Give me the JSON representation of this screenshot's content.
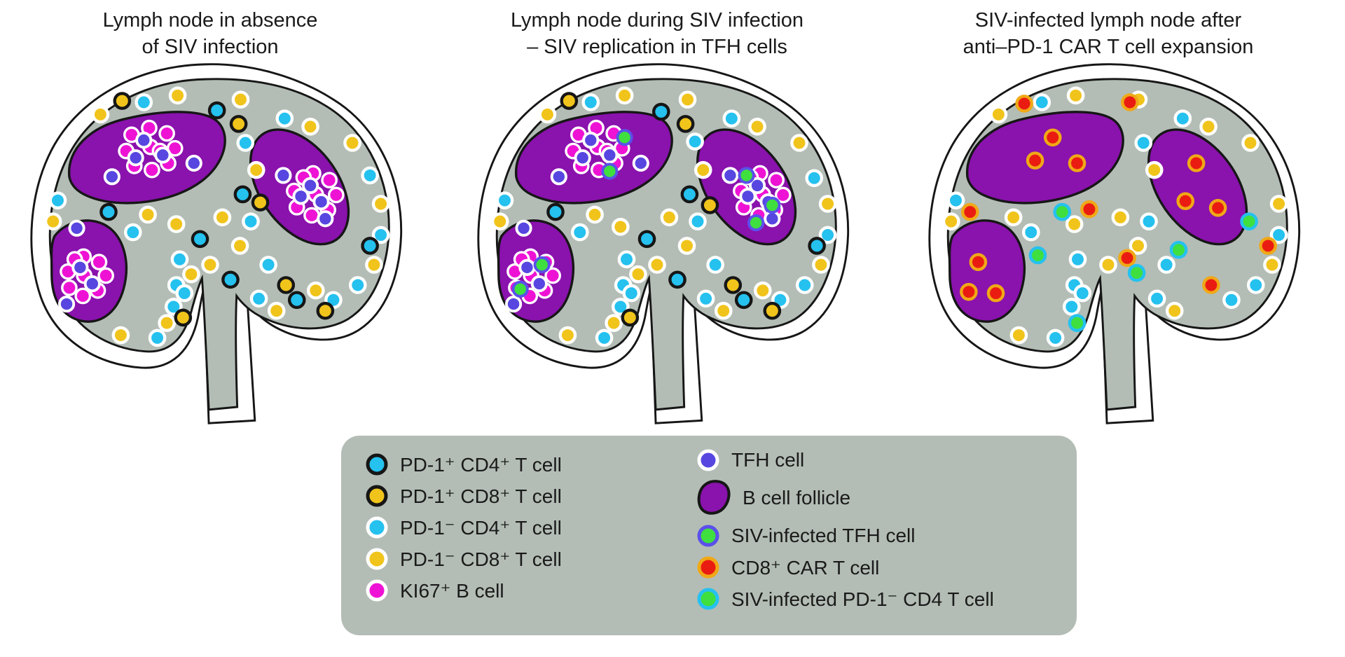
{
  "colors": {
    "background": "#ffffff",
    "tissue": "#b3bdb5",
    "follicle": "#8a12ad",
    "outline": "#161616",
    "capsule_fill": "#ffffff",
    "legend_bg": "#b3bdb5",
    "text": "#1a1a1a"
  },
  "cell_styles": {
    "cb": {
      "name": "pd1-pos-cd4-cell",
      "fill": "#25c1ef",
      "stroke": "#161616",
      "r": 11,
      "sw": 4.5
    },
    "yb": {
      "name": "pd1-pos-cd8-cell",
      "fill": "#f1c41b",
      "stroke": "#161616",
      "r": 11,
      "sw": 4.5
    },
    "cw": {
      "name": "pd1-neg-cd4-cell",
      "fill": "#25c1ef",
      "stroke": "#ffffff",
      "r": 11,
      "sw": 4.5
    },
    "yw": {
      "name": "pd1-neg-cd8-cell",
      "fill": "#f1c41b",
      "stroke": "#ffffff",
      "r": 11,
      "sw": 4.5
    },
    "mg": {
      "name": "ki67-b-cell",
      "fill": "#ee13d4",
      "stroke": "#ffffff",
      "r": 10.5,
      "sw": 3.5
    },
    "tf": {
      "name": "tfh-cell",
      "fill": "#5747e0",
      "stroke": "#ffffff",
      "r": 10.5,
      "sw": 4
    },
    "gt": {
      "name": "siv-infected-tfh-cell",
      "fill": "#3fdf3f",
      "stroke": "#5a50ea",
      "r": 10.5,
      "sw": 4
    },
    "rc": {
      "name": "cd8-car-t-cell",
      "fill": "#ea1c12",
      "stroke": "#f0a816",
      "r": 11,
      "sw": 4.5
    },
    "gc": {
      "name": "siv-infected-pd1-neg-cd4-cell",
      "fill": "#3fdf3f",
      "stroke": "#25c1ef",
      "r": 11,
      "sw": 4.5
    }
  },
  "nodes": [
    {
      "title_lines": [
        "Lymph node in absence",
        "of SIV infection"
      ],
      "cells": [
        [
          "yw",
          252,
          50
        ],
        [
          "yw",
          345,
          56
        ],
        [
          "yb",
          170,
          58
        ],
        [
          "cw",
          202,
          60
        ],
        [
          "cb",
          310,
          72
        ],
        [
          "yb",
          342,
          92
        ],
        [
          "yw",
          138,
          78
        ],
        [
          "cw",
          410,
          84
        ],
        [
          "yw",
          448,
          96
        ],
        [
          "yw",
          510,
          120
        ],
        [
          "cw",
          536,
          168
        ],
        [
          "yw",
          552,
          210
        ],
        [
          "cw",
          552,
          256
        ],
        [
          "cb",
          536,
          272
        ],
        [
          "yw",
          542,
          300
        ],
        [
          "cw",
          518,
          330
        ],
        [
          "cw",
          482,
          352
        ],
        [
          "yb",
          470,
          368
        ],
        [
          "yw",
          456,
          338
        ],
        [
          "cw",
          372,
          350
        ],
        [
          "yw",
          398,
          368
        ],
        [
          "cb",
          428,
          352
        ],
        [
          "cw",
          352,
          120
        ],
        [
          "yw",
          368,
          160
        ],
        [
          "cb",
          348,
          196
        ],
        [
          "cw",
          360,
          236
        ],
        [
          "yw",
          344,
          272
        ],
        [
          "cw",
          386,
          300
        ],
        [
          "yw",
          318,
          230
        ],
        [
          "yw",
          250,
          240
        ],
        [
          "cb",
          285,
          262
        ],
        [
          "cw",
          255,
          292
        ],
        [
          "yw",
          300,
          300
        ],
        [
          "cb",
          330,
          322
        ],
        [
          "yw",
          272,
          314
        ],
        [
          "cw",
          250,
          330
        ],
        [
          "cw",
          262,
          342
        ],
        [
          "yb",
          374,
          208
        ],
        [
          "cb",
          150,
          222
        ],
        [
          "yw",
          208,
          226
        ],
        [
          "cw",
          186,
          252
        ],
        [
          "yw",
          68,
          236
        ],
        [
          "cw",
          75,
          205
        ],
        [
          "cw",
          246,
          362
        ],
        [
          "yw",
          236,
          386
        ],
        [
          "cw",
          222,
          408
        ],
        [
          "yw",
          168,
          404
        ],
        [
          "yb",
          260,
          378
        ],
        [
          "yb",
          412,
          330
        ],
        [
          "mg",
          210,
          98
        ],
        [
          "mg",
          236,
          106
        ],
        [
          "mg",
          248,
          128
        ],
        [
          "mg",
          238,
          150
        ],
        [
          "mg",
          214,
          160
        ],
        [
          "mg",
          188,
          154
        ],
        [
          "mg",
          176,
          132
        ],
        [
          "mg",
          184,
          108
        ],
        [
          "mg",
          212,
          126
        ],
        [
          "mg",
          226,
          132
        ],
        [
          "tf",
          202,
          116
        ],
        [
          "tf",
          230,
          138
        ],
        [
          "tf",
          190,
          142
        ],
        [
          "tf",
          155,
          170
        ],
        [
          "tf",
          276,
          150
        ],
        [
          "mg",
          452,
          165
        ],
        [
          "mg",
          476,
          175
        ],
        [
          "mg",
          486,
          197
        ],
        [
          "mg",
          474,
          219
        ],
        [
          "mg",
          450,
          227
        ],
        [
          "mg",
          428,
          215
        ],
        [
          "mg",
          424,
          191
        ],
        [
          "mg",
          438,
          171
        ],
        [
          "mg",
          456,
          196
        ],
        [
          "tf",
          448,
          183
        ],
        [
          "tf",
          464,
          207
        ],
        [
          "tf",
          434,
          199
        ],
        [
          "tf",
          408,
          168
        ],
        [
          "tf",
          470,
          232
        ],
        [
          "mg",
          113,
          288
        ],
        [
          "mg",
          136,
          296
        ],
        [
          "mg",
          146,
          316
        ],
        [
          "mg",
          134,
          338
        ],
        [
          "mg",
          112,
          346
        ],
        [
          "mg",
          92,
          334
        ],
        [
          "mg",
          90,
          310
        ],
        [
          "mg",
          100,
          292
        ],
        [
          "mg",
          114,
          316
        ],
        [
          "tf",
          108,
          304
        ],
        [
          "tf",
          126,
          328
        ],
        [
          "tf",
          103,
          246
        ],
        [
          "tf",
          88,
          358
        ]
      ]
    },
    {
      "title_lines": [
        "Lymph node during SIV infection",
        "– SIV replication in TFH cells"
      ],
      "cells": [
        [
          "yw",
          252,
          50
        ],
        [
          "yw",
          345,
          56
        ],
        [
          "yb",
          170,
          58
        ],
        [
          "cw",
          202,
          60
        ],
        [
          "cb",
          306,
          74
        ],
        [
          "yb",
          342,
          92
        ],
        [
          "yw",
          138,
          78
        ],
        [
          "cw",
          410,
          84
        ],
        [
          "yw",
          448,
          96
        ],
        [
          "yw",
          510,
          120
        ],
        [
          "cw",
          532,
          172
        ],
        [
          "yw",
          552,
          210
        ],
        [
          "cw",
          552,
          256
        ],
        [
          "cb",
          536,
          272
        ],
        [
          "yw",
          542,
          300
        ],
        [
          "cw",
          518,
          330
        ],
        [
          "cw",
          482,
          352
        ],
        [
          "yb",
          470,
          368
        ],
        [
          "yw",
          456,
          338
        ],
        [
          "cw",
          372,
          350
        ],
        [
          "yw",
          398,
          368
        ],
        [
          "cb",
          428,
          352
        ],
        [
          "cw",
          356,
          118
        ],
        [
          "yw",
          368,
          160
        ],
        [
          "cb",
          348,
          196
        ],
        [
          "cw",
          360,
          236
        ],
        [
          "yw",
          344,
          272
        ],
        [
          "cw",
          386,
          300
        ],
        [
          "yw",
          318,
          230
        ],
        [
          "yw",
          246,
          244
        ],
        [
          "cb",
          285,
          262
        ],
        [
          "cw",
          255,
          292
        ],
        [
          "yw",
          300,
          300
        ],
        [
          "cb",
          330,
          322
        ],
        [
          "yw",
          272,
          314
        ],
        [
          "cw",
          250,
          330
        ],
        [
          "cw",
          262,
          342
        ],
        [
          "yb",
          378,
          212
        ],
        [
          "cb",
          150,
          222
        ],
        [
          "yw",
          208,
          226
        ],
        [
          "cw",
          186,
          252
        ],
        [
          "yw",
          68,
          236
        ],
        [
          "cw",
          75,
          205
        ],
        [
          "cw",
          246,
          362
        ],
        [
          "yw",
          236,
          386
        ],
        [
          "cw",
          222,
          408
        ],
        [
          "yw",
          168,
          404
        ],
        [
          "yb",
          260,
          378
        ],
        [
          "yb",
          412,
          330
        ],
        [
          "mg",
          210,
          98
        ],
        [
          "mg",
          236,
          106
        ],
        [
          "mg",
          248,
          128
        ],
        [
          "mg",
          238,
          150
        ],
        [
          "mg",
          214,
          160
        ],
        [
          "mg",
          188,
          154
        ],
        [
          "mg",
          176,
          132
        ],
        [
          "mg",
          184,
          108
        ],
        [
          "mg",
          212,
          126
        ],
        [
          "mg",
          226,
          132
        ],
        [
          "tf",
          202,
          116
        ],
        [
          "tf",
          230,
          138
        ],
        [
          "tf",
          190,
          142
        ],
        [
          "tf",
          155,
          170
        ],
        [
          "tf",
          276,
          150
        ],
        [
          "gt",
          252,
          112
        ],
        [
          "gt",
          230,
          162
        ],
        [
          "mg",
          452,
          165
        ],
        [
          "mg",
          476,
          175
        ],
        [
          "mg",
          486,
          197
        ],
        [
          "mg",
          474,
          219
        ],
        [
          "mg",
          450,
          227
        ],
        [
          "mg",
          428,
          215
        ],
        [
          "mg",
          424,
          191
        ],
        [
          "mg",
          438,
          171
        ],
        [
          "mg",
          456,
          196
        ],
        [
          "tf",
          448,
          183
        ],
        [
          "tf",
          464,
          207
        ],
        [
          "tf",
          434,
          199
        ],
        [
          "tf",
          408,
          168
        ],
        [
          "tf",
          470,
          232
        ],
        [
          "gt",
          432,
          168
        ],
        [
          "gt",
          470,
          212
        ],
        [
          "gt",
          446,
          238
        ],
        [
          "mg",
          113,
          288
        ],
        [
          "mg",
          136,
          296
        ],
        [
          "mg",
          146,
          316
        ],
        [
          "mg",
          134,
          338
        ],
        [
          "mg",
          112,
          346
        ],
        [
          "mg",
          92,
          334
        ],
        [
          "mg",
          90,
          310
        ],
        [
          "mg",
          100,
          292
        ],
        [
          "mg",
          114,
          316
        ],
        [
          "tf",
          108,
          304
        ],
        [
          "tf",
          126,
          328
        ],
        [
          "tf",
          103,
          246
        ],
        [
          "tf",
          88,
          358
        ],
        [
          "gt",
          130,
          300
        ],
        [
          "gt",
          98,
          336
        ]
      ]
    },
    {
      "title_lines": [
        "SIV-infected lymph node after",
        "anti–PD-1 CAR T cell expansion"
      ],
      "cells": [
        [
          "cw",
          202,
          60
        ],
        [
          "cw",
          410,
          84
        ],
        [
          "cw",
          352,
          120
        ],
        [
          "cw",
          360,
          236
        ],
        [
          "cw",
          386,
          300
        ],
        [
          "cw",
          250,
          330
        ],
        [
          "cw",
          255,
          292
        ],
        [
          "cw",
          75,
          205
        ],
        [
          "cw",
          186,
          252
        ],
        [
          "cw",
          246,
          362
        ],
        [
          "cw",
          222,
          408
        ],
        [
          "cw",
          262,
          342
        ],
        [
          "cw",
          372,
          350
        ],
        [
          "cw",
          482,
          352
        ],
        [
          "cw",
          518,
          330
        ],
        [
          "cw",
          552,
          256
        ],
        [
          "yw",
          252,
          50
        ],
        [
          "yw",
          345,
          56
        ],
        [
          "yw",
          138,
          78
        ],
        [
          "yw",
          448,
          96
        ],
        [
          "yw",
          510,
          120
        ],
        [
          "yw",
          552,
          210
        ],
        [
          "yw",
          542,
          300
        ],
        [
          "yw",
          368,
          160
        ],
        [
          "yw",
          344,
          272
        ],
        [
          "yw",
          250,
          240
        ],
        [
          "yw",
          300,
          300
        ],
        [
          "yw",
          318,
          230
        ],
        [
          "yw",
          68,
          236
        ],
        [
          "yw",
          160,
          230
        ],
        [
          "yw",
          168,
          404
        ],
        [
          "yw",
          398,
          368
        ],
        [
          "rc",
          176,
          62
        ],
        [
          "rc",
          332,
          60
        ],
        [
          "rc",
          536,
          272
        ],
        [
          "rc",
          328,
          290
        ],
        [
          "rc",
          96,
          222
        ],
        [
          "rc",
          272,
          218
        ],
        [
          "rc",
          452,
          330
        ],
        [
          "gc",
          232,
          222
        ],
        [
          "gc",
          196,
          286
        ],
        [
          "gc",
          342,
          312
        ],
        [
          "gc",
          254,
          386
        ],
        [
          "gc",
          404,
          278
        ],
        [
          "gc",
          508,
          236
        ],
        [
          "rc",
          218,
          112
        ],
        [
          "rc",
          192,
          146
        ],
        [
          "rc",
          254,
          150
        ],
        [
          "rc",
          430,
          150
        ],
        [
          "rc",
          414,
          206
        ],
        [
          "rc",
          462,
          216
        ],
        [
          "rc",
          108,
          296
        ],
        [
          "rc",
          94,
          340
        ],
        [
          "rc",
          134,
          342
        ]
      ]
    }
  ],
  "legend": {
    "left": [
      {
        "code": "cb",
        "label": "PD-1⁺ CD4⁺ T cell"
      },
      {
        "code": "yb",
        "label": "PD-1⁺ CD8⁺ T cell"
      },
      {
        "code": "cw",
        "label": "PD-1⁻ CD4⁺ T cell"
      },
      {
        "code": "yw",
        "label": "PD-1⁻ CD8⁺ T cell"
      },
      {
        "code": "mg",
        "label": "KI67⁺ B cell"
      }
    ],
    "right": [
      {
        "code": "tf",
        "label": "TFH cell"
      },
      {
        "code": "follicle",
        "label": "B cell follicle"
      },
      {
        "code": "gt",
        "label": "SIV-infected TFH cell"
      },
      {
        "code": "rc",
        "label": "CD8⁺ CAR T cell"
      },
      {
        "code": "gc",
        "label": "SIV-infected PD-1⁻ CD4 T cell"
      }
    ]
  }
}
